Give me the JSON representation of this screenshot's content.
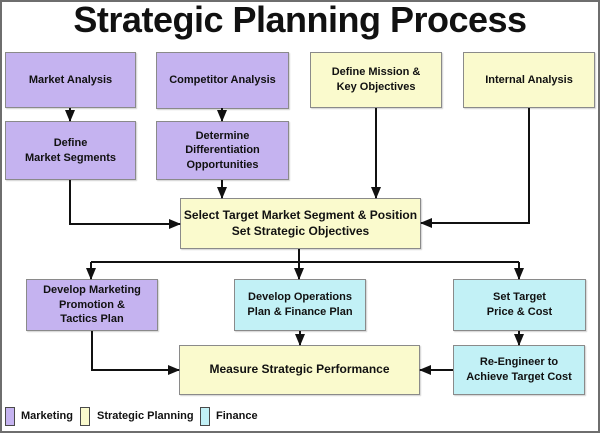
{
  "title": "Strategic Planning Process",
  "colors": {
    "marketing": "#c5b3f0",
    "strategic_planning": "#fafacd",
    "finance": "#c2f1f6",
    "arrow": "#111111",
    "box_border": "#8a8a8a"
  },
  "nodes": {
    "market_analysis": {
      "label": "Market Analysis",
      "category": "marketing"
    },
    "competitor_analysis": {
      "label": "Competitor Analysis",
      "category": "marketing"
    },
    "define_mission": {
      "label": "Define Mission &\nKey Objectives",
      "category": "strategic_planning"
    },
    "internal_analysis": {
      "label": "Internal Analysis",
      "category": "strategic_planning"
    },
    "define_market_segments": {
      "label": "Define\nMarket Segments",
      "category": "marketing"
    },
    "determine_differentiation": {
      "label": "Determine\nDifferentiation\nOpportunities",
      "category": "marketing"
    },
    "select_target": {
      "label": "Select Target Market Segment & Position\nSet Strategic Objectives",
      "category": "strategic_planning"
    },
    "develop_marketing": {
      "label": "Develop Marketing\nPromotion &\nTactics Plan",
      "category": "marketing"
    },
    "develop_operations": {
      "label": "Develop Operations\nPlan & Finance Plan",
      "category": "finance"
    },
    "set_target_price": {
      "label": "Set Target\nPrice & Cost",
      "category": "finance"
    },
    "measure_performance": {
      "label": "Measure Strategic Performance",
      "category": "strategic_planning"
    },
    "reengineer": {
      "label": "Re-Engineer to\nAchieve Target Cost",
      "category": "finance"
    }
  },
  "legend": [
    {
      "label": "Marketing",
      "color": "#c5b3f0"
    },
    {
      "label": "Strategic Planning",
      "color": "#fafacd"
    },
    {
      "label": "Finance",
      "color": "#c2f1f6"
    }
  ]
}
